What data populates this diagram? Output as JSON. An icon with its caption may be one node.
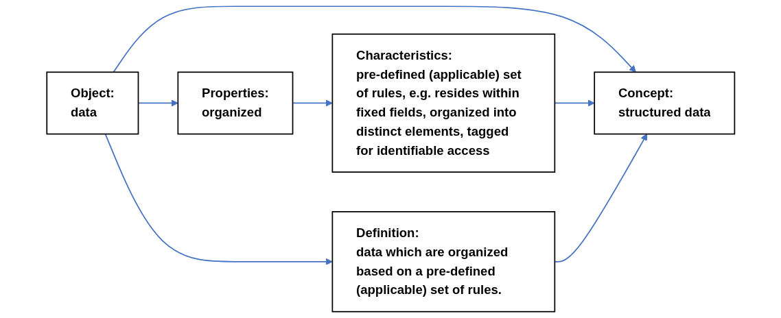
{
  "diagram": {
    "nodes": [
      {
        "text": [
          "Object:",
          "data"
        ]
      },
      {
        "text": [
          "Concept:",
          "structured data"
        ]
      },
      {
        "text": [
          "Properties:",
          "organized"
        ]
      },
      {
        "text": [
          "Characteristics:",
          "pre-defined (applicable) set of rules, e.g. resides within fixed fields, organized into distinct elements, tagged for identifiable access"
        ]
      },
      {
        "text": [
          "Definition:",
          "data which are organized based on a pre-defined (applicable) set of rules."
        ]
      }
    ],
    "edges": [
      {
        "from": 0,
        "to": 1,
        "arrow": "to"
      },
      {
        "from": 0,
        "to": 2,
        "arrow": "to"
      },
      {
        "from": 2,
        "to": 3,
        "arrow": "to"
      },
      {
        "from": 3,
        "to": 1,
        "arrow": "to"
      },
      {
        "from": 4,
        "to": 1,
        "arrow": "to"
      },
      {
        "from": 0,
        "to": 4,
        "arrow": "to"
      }
    ]
  }
}
